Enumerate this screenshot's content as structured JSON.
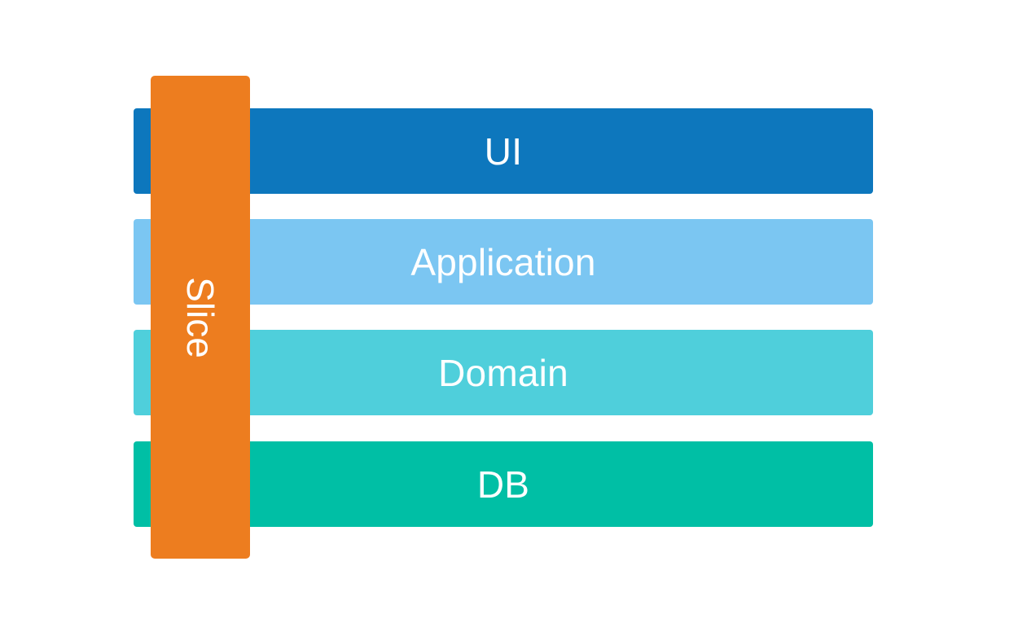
{
  "diagram": {
    "type": "layered-architecture-with-vertical-slice",
    "background_color": "#ffffff",
    "layers": [
      {
        "id": "ui",
        "label": "UI",
        "color": "#0d77bd"
      },
      {
        "id": "app",
        "label": "Application",
        "color": "#7bc6f2"
      },
      {
        "id": "domain",
        "label": "Domain",
        "color": "#4fcfdb"
      },
      {
        "id": "db",
        "label": "DB",
        "color": "#00bfa5"
      }
    ],
    "slice": {
      "label": "Slice",
      "color": "#ed7d1f",
      "orientation": "vertical",
      "text_rotation_degrees": 90
    },
    "label_color": "#ffffff"
  }
}
